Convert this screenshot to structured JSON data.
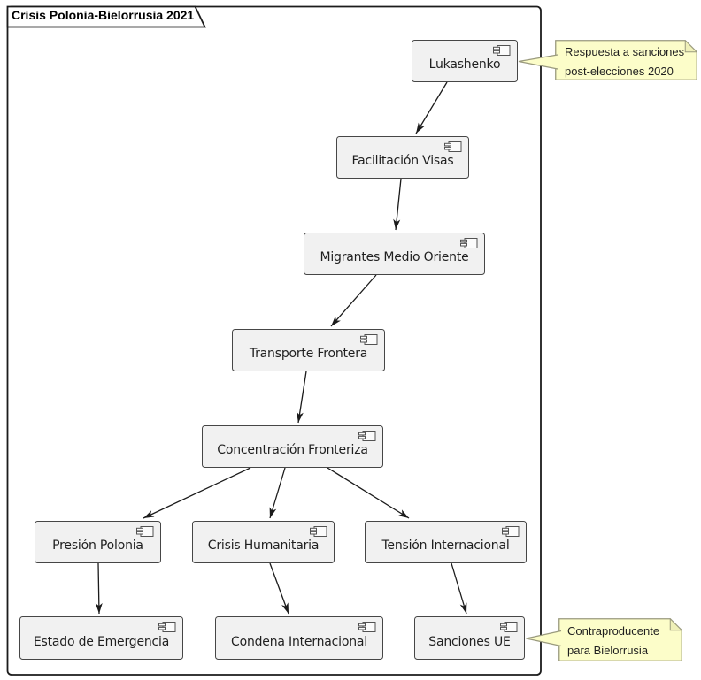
{
  "diagram": {
    "title": "Crisis Polonia-Bielorrusia 2021",
    "type": "component-diagram"
  },
  "nodes": [
    {
      "id": "lukashenko",
      "label": "Lukashenko"
    },
    {
      "id": "facilitacion-visas",
      "label": "Facilitación Visas"
    },
    {
      "id": "migrantes-medio-oriente",
      "label": "Migrantes Medio Oriente"
    },
    {
      "id": "transporte-frontera",
      "label": "Transporte Frontera"
    },
    {
      "id": "concentracion-fronteriza",
      "label": "Concentración Fronteriza"
    },
    {
      "id": "presion-polonia",
      "label": "Presión Polonia"
    },
    {
      "id": "crisis-humanitaria",
      "label": "Crisis Humanitaria"
    },
    {
      "id": "tension-internacional",
      "label": "Tensión Internacional"
    },
    {
      "id": "estado-de-emergencia",
      "label": "Estado de Emergencia"
    },
    {
      "id": "condena-internacional",
      "label": "Condena Internacional"
    },
    {
      "id": "sanciones-ue",
      "label": "Sanciones UE"
    }
  ],
  "edges": [
    {
      "from": "lukashenko",
      "to": "facilitacion-visas"
    },
    {
      "from": "facilitacion-visas",
      "to": "migrantes-medio-oriente"
    },
    {
      "from": "migrantes-medio-oriente",
      "to": "transporte-frontera"
    },
    {
      "from": "transporte-frontera",
      "to": "concentracion-fronteriza"
    },
    {
      "from": "concentracion-fronteriza",
      "to": "presion-polonia"
    },
    {
      "from": "concentracion-fronteriza",
      "to": "crisis-humanitaria"
    },
    {
      "from": "concentracion-fronteriza",
      "to": "tension-internacional"
    },
    {
      "from": "presion-polonia",
      "to": "estado-de-emergencia"
    },
    {
      "from": "crisis-humanitaria",
      "to": "condena-internacional"
    },
    {
      "from": "tension-internacional",
      "to": "sanciones-ue"
    }
  ],
  "notes": [
    {
      "id": "note-lukashenko",
      "attached_to": "lukashenko",
      "line1": "Respuesta a sanciones",
      "line2": "post-elecciones 2020"
    },
    {
      "id": "note-sanciones",
      "attached_to": "sanciones-ue",
      "line1": "Contraproducente",
      "line2": "para Bielorrusia"
    }
  ],
  "colors": {
    "component_fill": "#F1F1F1",
    "component_border": "#464646",
    "note_fill": "#FCFDC9",
    "note_border": "#9A9A7E",
    "frame_border": "#1B1B1B",
    "arrow": "#1B1B1B",
    "text": "#1F1F1F"
  }
}
